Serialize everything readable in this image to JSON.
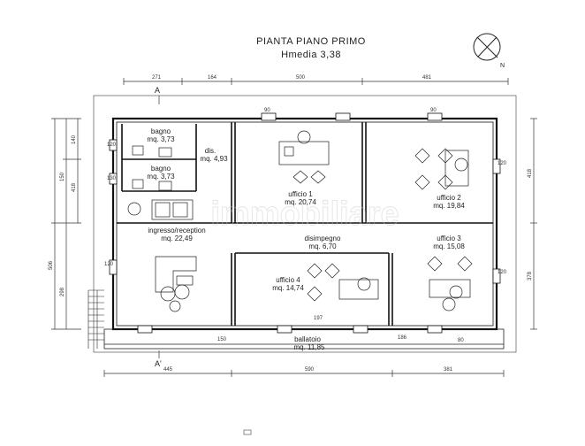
{
  "plan": {
    "title": "PIANTA PIANO PRIMO",
    "subtitle": "Hmedia 3,38",
    "section_top": "A",
    "section_bottom": "A'",
    "watermark": "immobiliare",
    "compass_letter": "N"
  },
  "rooms": [
    {
      "id": "bagno-1",
      "name": "bagno",
      "area": "mq. 3,73"
    },
    {
      "id": "bagno-2",
      "name": "bagno",
      "area": "mq. 3,73"
    },
    {
      "id": "dis",
      "name": "dis.",
      "area": "mq. 4,93"
    },
    {
      "id": "ufficio-1",
      "name": "ufficio 1",
      "area": "mq. 20,74"
    },
    {
      "id": "ufficio-2",
      "name": "ufficio 2",
      "area": "mq. 19,84"
    },
    {
      "id": "ingresso",
      "name": "ingresso/reception",
      "area": "mq. 22,49"
    },
    {
      "id": "disimpegno",
      "name": "disimpegno",
      "area": "mq. 6,70"
    },
    {
      "id": "ufficio-3",
      "name": "ufficio 3",
      "area": "mq. 15,08"
    },
    {
      "id": "ufficio-4",
      "name": "ufficio 4",
      "area": "mq. 14,74"
    },
    {
      "id": "ballatoio",
      "name": "ballatoio",
      "area": "mq. 11,85"
    }
  ],
  "dimensions": {
    "top": [
      "271",
      "164",
      "500",
      "481"
    ],
    "bottom": [
      "445",
      "590",
      "381"
    ],
    "right": [
      "418",
      "378"
    ],
    "left": [
      "140",
      "150",
      "418",
      "506",
      "298"
    ],
    "inner": [
      "120",
      "130",
      "120",
      "120",
      "90",
      "120",
      "197",
      "186",
      "150",
      "90",
      "80"
    ]
  }
}
